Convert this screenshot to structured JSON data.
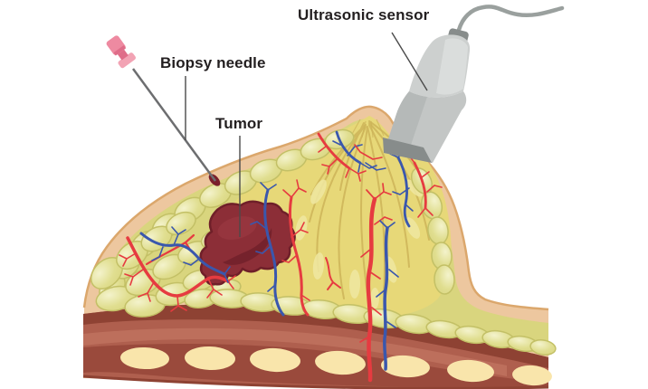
{
  "labels": {
    "biopsy_needle": "Biopsy needle",
    "tumor": "Tumor",
    "ultrasonic_sensor": "Ultrasonic sensor"
  },
  "colors": {
    "background": "#ffffff",
    "label-text": "#231f20",
    "pointer-line": "#4a4a4a",
    "skin": "#edc79f",
    "skin-outline": "#dba76c",
    "fat-base": "#d9d57e",
    "fat-lobule": "#e0de90",
    "fat-lobule-outline": "#c3c066",
    "fat-highlight": "#f4f3cc",
    "gland": "#e7d878",
    "gland-duct": "#ccb458",
    "gland-leaf": "#f0e8a2",
    "tumor-fill": "#8c2e37",
    "tumor-dark": "#6f1f29",
    "tumor-mid": "#9c3a42",
    "artery": "#e63b40",
    "vein": "#3a57ad",
    "needle-shaft": "#6d6e70",
    "needle-hub": "#ee8aa1",
    "needle-hub-dark": "#df6d89",
    "needle-hub-light": "#f2a3b4",
    "probe-body": "#cdd0cf",
    "probe-light": "#dcdedd",
    "probe-mid": "#c3c6c5",
    "probe-dark": "#b5b9b8",
    "probe-tip": "#878c8b",
    "cable": "#9aa09e",
    "muscle-base": "#af5f4e",
    "muscle-dark": "#8e4233",
    "muscle-light": "#bd6f5c",
    "muscle-rib-band": "#9a4a3c",
    "rib": "#f9e5ab",
    "puncture": "#7a1f2b"
  }
}
